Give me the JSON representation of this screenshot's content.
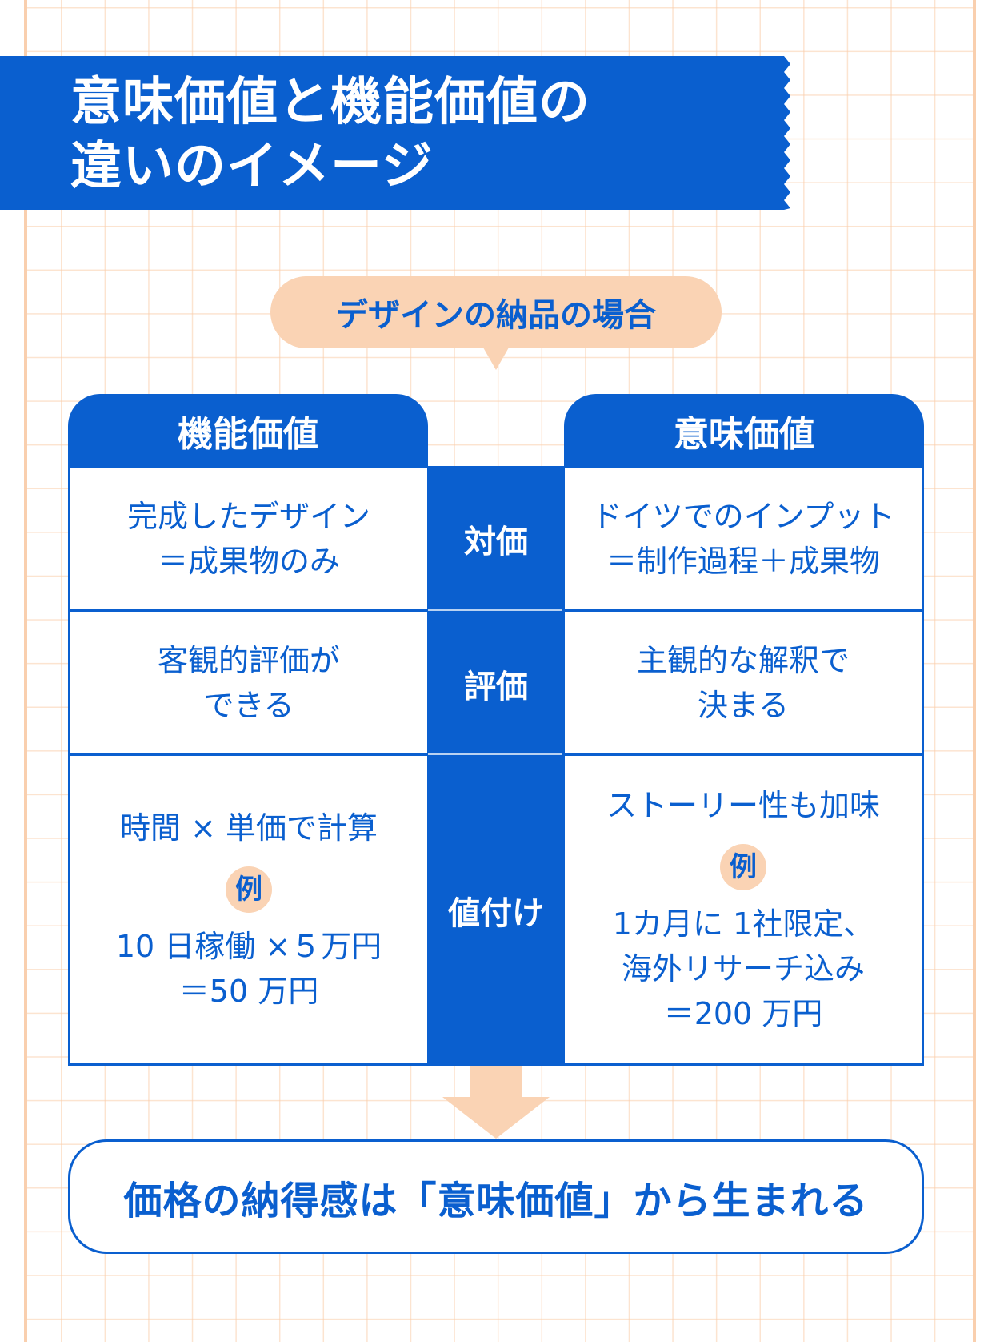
{
  "banner": {
    "title_line1": "意味価値と機能価値の",
    "title_line2": "違いのイメージ"
  },
  "pill": {
    "label": "デザインの納品の場合"
  },
  "columns": {
    "left_header": "機能価値",
    "right_header": "意味価値"
  },
  "rows": [
    {
      "label": "対価",
      "left": [
        "完成したデザイン",
        "＝成果物のみ"
      ],
      "right": [
        "ドイツでのインプット",
        "＝制作過程＋成果物"
      ]
    },
    {
      "label": "評価",
      "left": [
        "客観的評価が",
        "できる"
      ],
      "right": [
        "主観的な解釈で",
        "決まる"
      ]
    },
    {
      "label": "値付け",
      "left": {
        "summary": "時間 × 単価で計算",
        "badge": "例",
        "example": [
          "10 日稼働 ×５万円",
          "＝50 万円"
        ]
      },
      "right": {
        "summary": "ストーリー性も加味",
        "badge": "例",
        "example": [
          "1カ月に 1社限定、",
          "海外リサーチ込み",
          "＝200 万円"
        ]
      }
    }
  ],
  "conclusion": {
    "text": "価格の納得感は「意味価値」から生まれる"
  },
  "colors": {
    "primary_blue": "#0A5FCF",
    "peach": "#FAD3B4",
    "grid": "#FAD0B0",
    "background": "#FFFFFF"
  }
}
